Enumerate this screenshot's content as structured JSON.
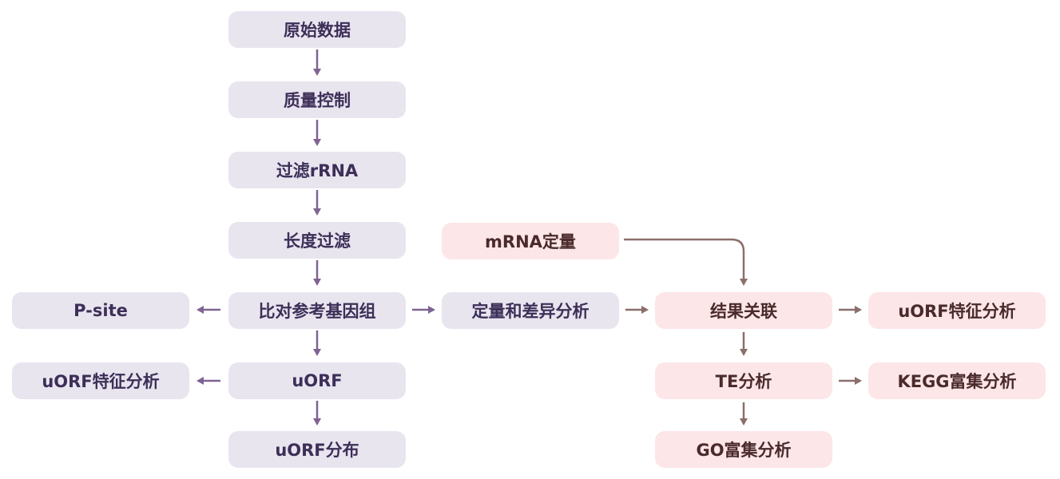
{
  "colors": {
    "purple_box": "#e8e5ef",
    "purple_text": "#3d2f58",
    "purple_arrow": "#7f6393",
    "pink_box": "#fce6e8",
    "pink_text": "#4a2a2a",
    "brown_arrow": "#8b6f6a"
  },
  "nodes": {
    "raw_data": "原始数据",
    "quality_control": "质量控制",
    "filter_rrna": "过滤rRNA",
    "length_filter": "长度过滤",
    "align_genome": "比对参考基因组",
    "p_site": "P-site",
    "uorf": "uORF",
    "uorf_feature_left": "uORF特征分析",
    "uorf_distribution": "uORF分布",
    "quant_diff": "定量和差异分析",
    "mrna_quant": "mRNA定量",
    "result_association": "结果关联",
    "uorf_feature_right": "uORF特征分析",
    "te_analysis": "TE分析",
    "kegg_enrichment": "KEGG富集分析",
    "go_enrichment": "GO富集分析"
  }
}
